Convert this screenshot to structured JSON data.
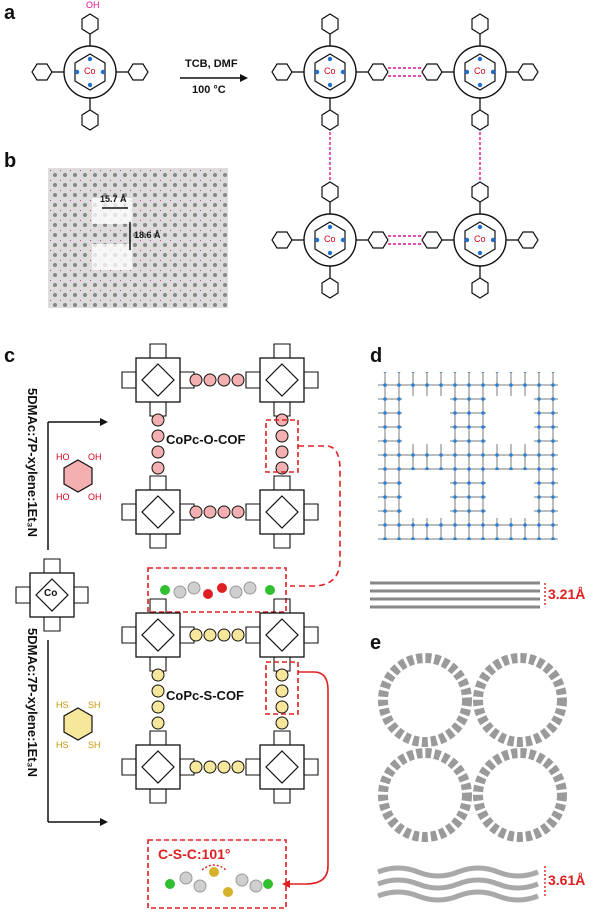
{
  "panels": {
    "a": "a",
    "b": "b",
    "c": "c",
    "d": "d",
    "e": "e"
  },
  "reaction": {
    "reagents": "TCB, DMF",
    "temperature": "100 °C"
  },
  "porphyrin": {
    "metal": "Co",
    "nitrogen": "N",
    "acid_group": "OH"
  },
  "panel_b": {
    "distance_1": "15.7 Å",
    "distance_2": "18.6 Å"
  },
  "panel_c": {
    "condition_top": "5DMAc:7P-xylene:1Et₃N",
    "condition_bottom": "5DMAc:7P-xylene:1Et₃N",
    "cof_o": "CoPc-O-COF",
    "cof_s": "CoPc-S-COF",
    "linker_o_groups": [
      "HO",
      "OH",
      "HO",
      "OH"
    ],
    "linker_s_groups": [
      "HS",
      "SH",
      "HS",
      "SH"
    ],
    "angle_label": "C-S-C:101°",
    "center_metal": "Co"
  },
  "panel_d": {
    "spacing": "3.21Å"
  },
  "panel_e": {
    "spacing": "3.61Å"
  },
  "colors": {
    "oxygen": "#e0138f",
    "nitrogen": "#1f6fd1",
    "cobalt": "#d0021b",
    "highlight_red": "#e02020",
    "pink_fill": "#f4b0b0",
    "yellow_fill": "#f7e79a",
    "fluorine": "#2fbf2f",
    "sulfur": "#d6b22a"
  }
}
